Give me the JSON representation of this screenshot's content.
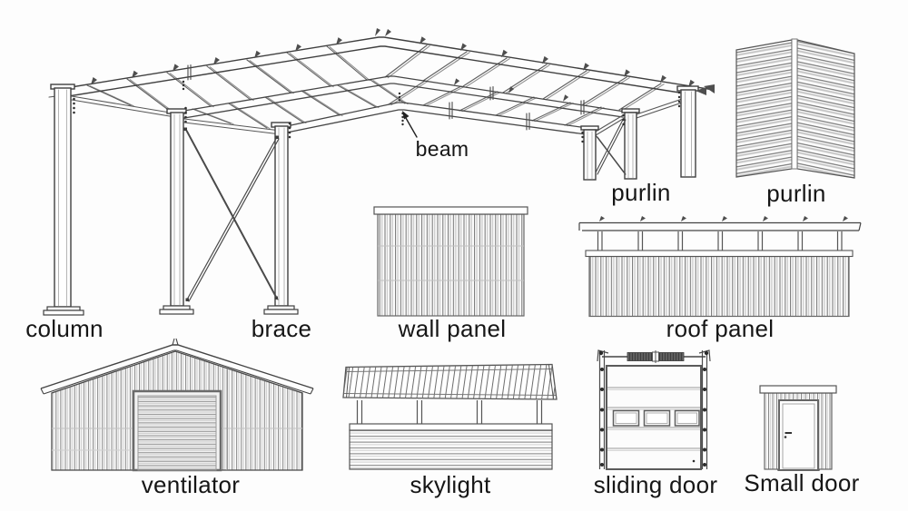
{
  "diagram": {
    "labels": {
      "beam": "beam",
      "purlin_frame": "purlin",
      "purlin_panel": "purlin",
      "column": "column",
      "brace": "brace",
      "wall_panel": "wall panel",
      "roof_panel": "roof panel",
      "ventilator": "ventilator",
      "skylight": "skylight",
      "sliding_door": "sliding door",
      "small_door": "Small door"
    },
    "colors": {
      "line": "#3f3f3f",
      "light_line": "#c8c8c8",
      "text": "#161616",
      "background": "#fdfdfd"
    }
  }
}
